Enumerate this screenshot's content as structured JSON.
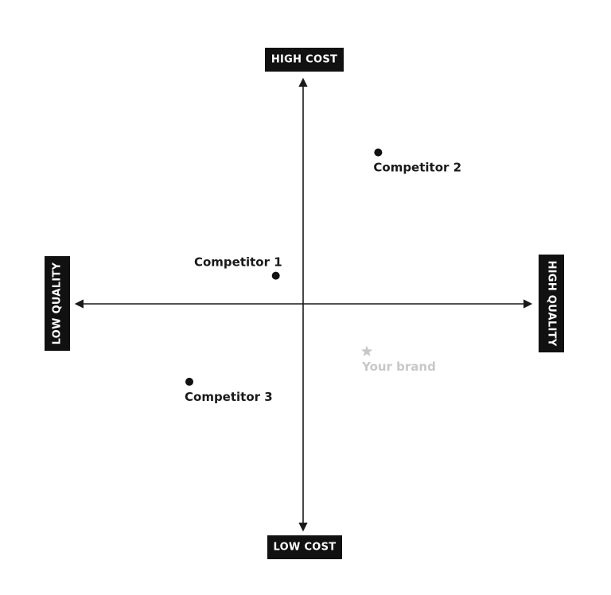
{
  "chart_data": {
    "type": "scatter",
    "title": "",
    "xlabel": "",
    "ylabel": "",
    "xlim": [
      -1,
      1
    ],
    "ylim": [
      -1,
      1
    ],
    "grid": false,
    "axis_labels": {
      "top": "HIGH COST",
      "bottom": "LOW COST",
      "left": "LOW QUALITY",
      "right": "HIGH QUALITY"
    },
    "points": [
      {
        "label": "Competitor 1",
        "x": -0.12,
        "y": 0.13,
        "marker": "circle",
        "color": "#111111",
        "label_position": "above-left"
      },
      {
        "label": "Competitor 2",
        "x": 0.33,
        "y": 0.7,
        "marker": "circle",
        "color": "#111111",
        "label_position": "below-right"
      },
      {
        "label": "Competitor 3",
        "x": -0.5,
        "y": -0.36,
        "marker": "circle",
        "color": "#111111",
        "label_position": "below-right"
      },
      {
        "label": "Your brand",
        "x": 0.28,
        "y": -0.22,
        "marker": "star",
        "color": "#c8c8c8",
        "label_position": "below-right"
      }
    ],
    "colors": {
      "axis": "#1a1a1a",
      "label_box": "#111111",
      "label_text": "#ffffff",
      "point_text": "#1a1a1a"
    }
  }
}
